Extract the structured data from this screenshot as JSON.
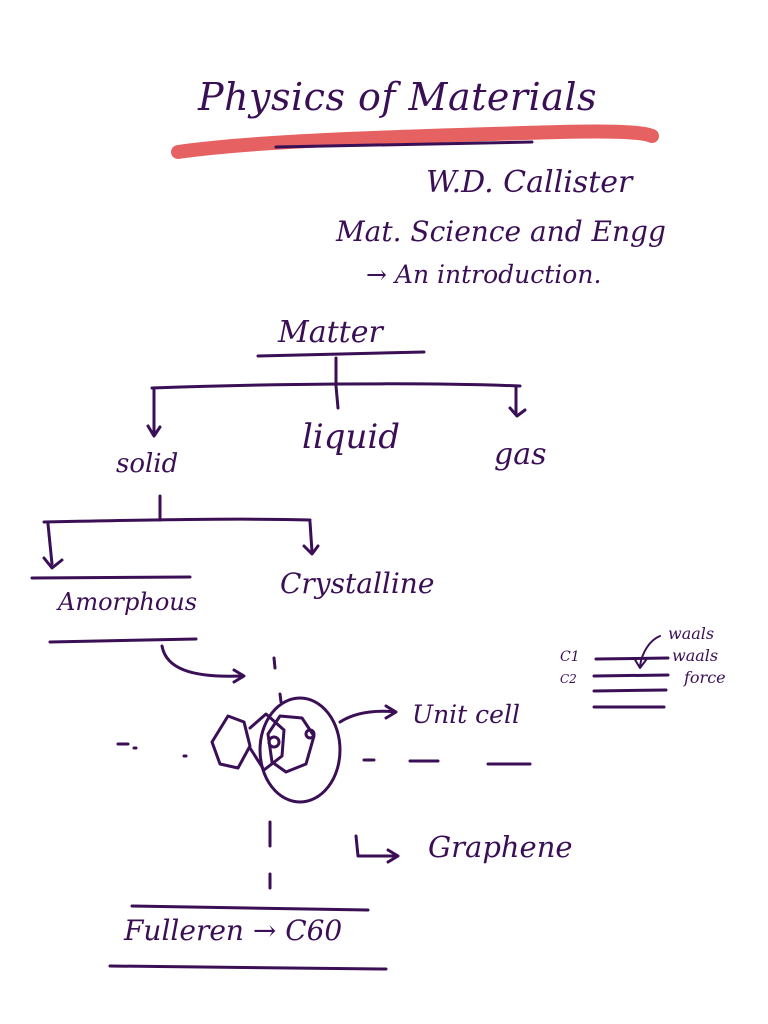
{
  "notes": {
    "title": "Physics of Materials",
    "reference": {
      "author": "W.D. Callister",
      "book": "Mat. Science and Engg",
      "subtitle": "→ An introduction."
    },
    "tree": {
      "root": "Matter",
      "states": {
        "solid": "solid",
        "liquid": "liquid",
        "gas": "gas"
      },
      "solid_types": {
        "amorphous": "Amorphous",
        "crystalline": "Crystalline"
      },
      "unit_cell": "Unit cell",
      "graphene": "Graphene",
      "fullerene": "Fulleren → C60"
    },
    "layers": {
      "c1": "C1",
      "c2": "C2",
      "vdw_line1": "waals",
      "vdw_line2": "waals",
      "vdw_line3": "force"
    },
    "colors": {
      "ink": "#3a0f55",
      "highlight": "#e03a3a"
    }
  }
}
